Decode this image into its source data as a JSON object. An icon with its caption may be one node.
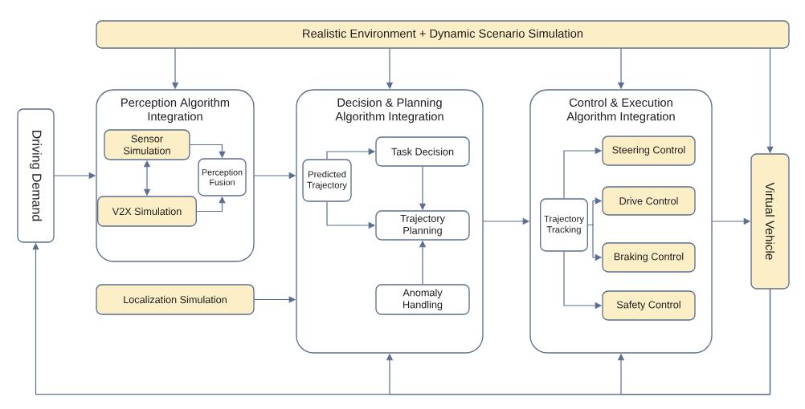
{
  "diagram": {
    "nodes": [
      {
        "text": [
          "Realistic Environment + Dynamic Scenario Simulation"
        ]
      },
      {
        "text": [
          "Driving Demand"
        ]
      },
      {
        "text": [
          "Perception Algorithm Integration"
        ]
      },
      {
        "text": [
          "Sensor Simulation"
        ],
        "in": 2
      },
      {
        "text": [
          "V2X Simulation"
        ],
        "in": 2
      },
      {
        "text": [
          "Perception Fusion"
        ],
        "in": 2
      },
      {
        "text": [
          "Localization Simulation"
        ]
      },
      {
        "text": [
          "Decision & Planning Algorithm Integration"
        ]
      },
      {
        "text": [
          "Predicted Trajectory"
        ],
        "in": 7
      },
      {
        "text": [
          "Task Decision"
        ],
        "in": 7
      },
      {
        "text": [
          "Trajectory Planning"
        ],
        "in": 7
      },
      {
        "text": [
          "Anomaly Handling"
        ],
        "in": 7
      },
      {
        "text": [
          "Control & Execution Algorithm Integration"
        ]
      },
      {
        "text": [
          "Trajectory Tracking"
        ],
        "in": 12
      },
      {
        "text": [
          "Steering Control"
        ],
        "in": 12
      },
      {
        "text": [
          "Drive Control"
        ],
        "in": 12
      },
      {
        "text": [
          "Braking Control"
        ],
        "in": 12
      },
      {
        "text": [
          "Safety Control"
        ],
        "in": 12
      },
      {
        "text": [
          "Virtual Vehicle"
        ]
      }
    ],
    "edges": [
      {
        "from": 0,
        "to": 2,
        "arrow": "to"
      },
      {
        "from": 0,
        "to": 7,
        "arrow": "to"
      },
      {
        "from": 0,
        "to": 12,
        "arrow": "to"
      },
      {
        "from": 0,
        "to": 18,
        "arrow": "to"
      },
      {
        "from": 1,
        "to": 2,
        "arrow": "to"
      },
      {
        "from": 3,
        "to": 5,
        "arrow": "to"
      },
      {
        "from": 4,
        "to": 5,
        "arrow": "to"
      },
      {
        "from": 3,
        "to": 4,
        "arrow": "both"
      },
      {
        "from": 2,
        "to": 7,
        "arrow": "to"
      },
      {
        "from": 6,
        "to": 7,
        "arrow": "to"
      },
      {
        "from": 8,
        "to": 9,
        "arrow": "to"
      },
      {
        "from": 8,
        "to": 10,
        "arrow": "to"
      },
      {
        "from": 9,
        "to": 10,
        "arrow": "to"
      },
      {
        "from": 11,
        "to": 10,
        "arrow": "to"
      },
      {
        "from": 7,
        "to": 12,
        "arrow": "to"
      },
      {
        "from": 13,
        "to": 14,
        "arrow": "to"
      },
      {
        "from": 13,
        "to": 15,
        "arrow": "to"
      },
      {
        "from": 13,
        "to": 16,
        "arrow": "to"
      },
      {
        "from": 13,
        "to": 17,
        "arrow": "to"
      },
      {
        "from": 12,
        "to": 18,
        "arrow": "to"
      },
      {
        "from": 18,
        "to": 1,
        "arrow": "to"
      },
      {
        "from": 18,
        "to": 7,
        "arrow": "to"
      },
      {
        "from": 18,
        "to": 12,
        "arrow": "to"
      }
    ]
  }
}
